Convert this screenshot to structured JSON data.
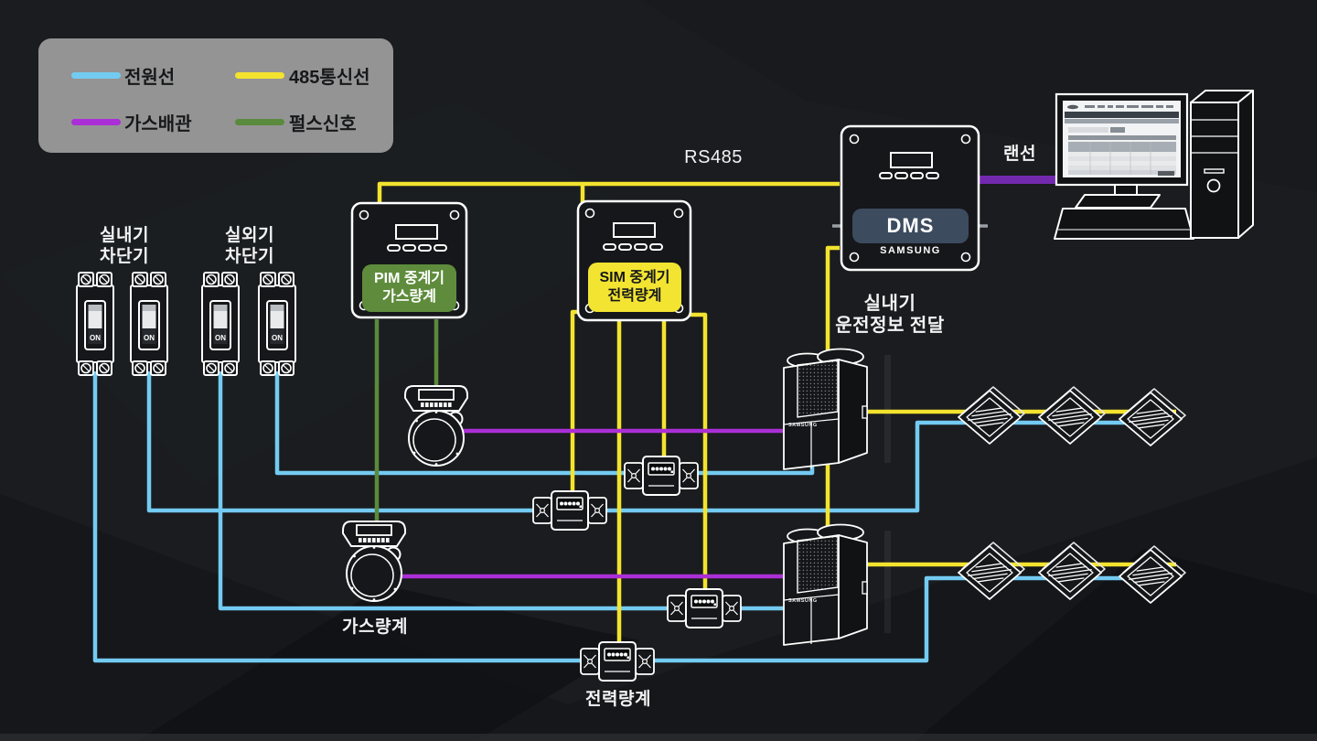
{
  "legend": {
    "items": [
      {
        "label": "전원선",
        "color": "#73CBF2"
      },
      {
        "label": "485통신선",
        "color": "#F3E32F"
      },
      {
        "label": "가스배관",
        "color": "#AB2FD6"
      },
      {
        "label": "펄스신호",
        "color": "#5A8A3C"
      }
    ]
  },
  "breakers": {
    "indoor_label": "실내기\n차단기",
    "outdoor_label": "실외기\n차단기",
    "switch_label": "ON"
  },
  "bus": {
    "rs485_label": "RS485",
    "lan_label": "랜선"
  },
  "controllers": {
    "pim_label": "PIM 중계기\n가스량계",
    "pim_color": "#5E8C3C",
    "sim_label": "SIM 중계기\n전력량계",
    "sim_color": "#F2E431",
    "dms_label": "DMS",
    "dms_color": "#3D4B5E",
    "dms_brand": "SAMSUNG"
  },
  "meters": {
    "gas_label": "가스량계",
    "power_label": "전력량계"
  },
  "outdoor": {
    "brand": "SAMSUNG",
    "info_label": "실내기\n운전정보 전달"
  },
  "colors": {
    "power_line": "#73CBF2",
    "comm_line": "#F3E32F",
    "gas_line": "#AB2FD6",
    "pulse_line": "#5A8A3C",
    "lan_line": "#7229AE"
  }
}
